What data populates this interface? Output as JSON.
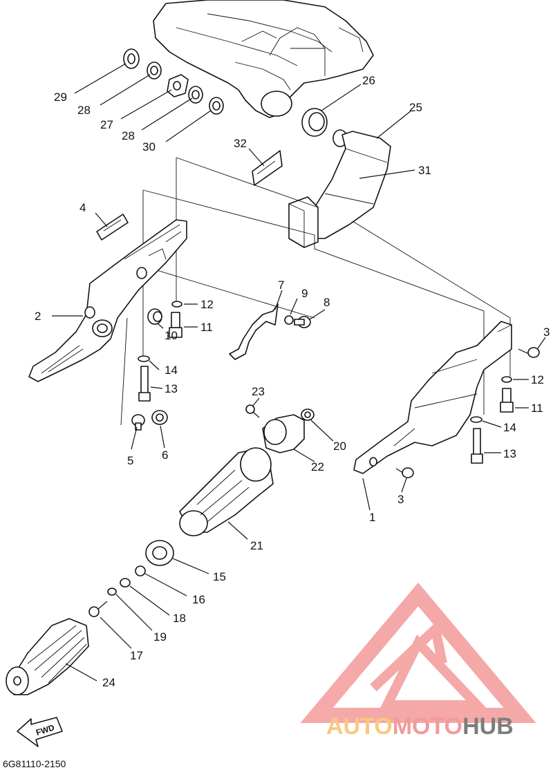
{
  "diagram": {
    "drawing_code": "6G81110-2150",
    "fwd_label": "FWD",
    "callouts": [
      {
        "num": "1"
      },
      {
        "num": "2"
      },
      {
        "num": "3"
      },
      {
        "num": "3"
      },
      {
        "num": "4"
      },
      {
        "num": "5"
      },
      {
        "num": "6"
      },
      {
        "num": "7"
      },
      {
        "num": "8"
      },
      {
        "num": "9"
      },
      {
        "num": "10"
      },
      {
        "num": "11"
      },
      {
        "num": "11"
      },
      {
        "num": "12"
      },
      {
        "num": "12"
      },
      {
        "num": "13"
      },
      {
        "num": "13"
      },
      {
        "num": "14"
      },
      {
        "num": "14"
      },
      {
        "num": "15"
      },
      {
        "num": "16"
      },
      {
        "num": "17"
      },
      {
        "num": "18"
      },
      {
        "num": "19"
      },
      {
        "num": "20"
      },
      {
        "num": "21"
      },
      {
        "num": "22"
      },
      {
        "num": "23"
      },
      {
        "num": "24"
      },
      {
        "num": "25"
      },
      {
        "num": "26"
      },
      {
        "num": "27"
      },
      {
        "num": "28"
      },
      {
        "num": "28"
      },
      {
        "num": "29"
      },
      {
        "num": "30"
      },
      {
        "num": "31"
      },
      {
        "num": "32"
      }
    ]
  },
  "watermark": {
    "part1": "AUTO",
    "part2": "MOTO",
    "part3": "HUB",
    "colors": {
      "red": "#f39a9a",
      "gray": "#7d7d7d",
      "yellow": "#f7c97f"
    }
  }
}
